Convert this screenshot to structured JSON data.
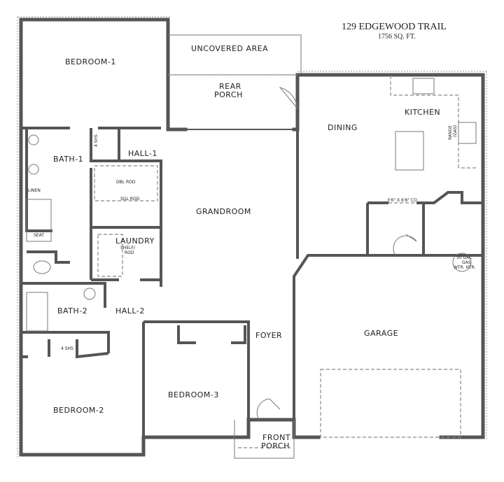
{
  "title": {
    "address": "129 EDGEWOOD TRAIL",
    "area": "1756 SQ. FT."
  },
  "rooms": {
    "bedroom1": "BEDROOM-1",
    "uncovered": "UNCOVERED AREA",
    "rear_porch_1": "REAR",
    "rear_porch_2": "PORCH",
    "dining": "DINING",
    "kitchen": "KITCHEN",
    "bath1": "BATH-1",
    "hall1": "HALL-1",
    "grandroom": "GRANDROOM",
    "laundry": "LAUNDRY",
    "bath2": "BATH-2",
    "hall2": "HALL-2",
    "foyer": "FOYER",
    "garage": "GARAGE",
    "bedroom2": "BEDROOM-2",
    "bedroom3": "BEDROOM-3",
    "front_porch_1": "FRONT",
    "front_porch_2": "PORCH"
  },
  "notes": {
    "shelves_1": "4 SHS",
    "shelves_2": "4 SHS",
    "linen": "LINEN",
    "seat": "SEAT",
    "dbl_rod": "DBL ROD",
    "sgl_rod": "SGL ROD",
    "shelf_rod_1": "SHELF/",
    "shelf_rod_2": "ROD",
    "range_1": "RANGE",
    "range_2": "(GAS)",
    "cased_opening": "3'6\" X 6'8\" CO",
    "wtr_htr_1": "50 GAL.",
    "wtr_htr_2": "GAS",
    "wtr_htr_3": "WTR. HTR."
  }
}
